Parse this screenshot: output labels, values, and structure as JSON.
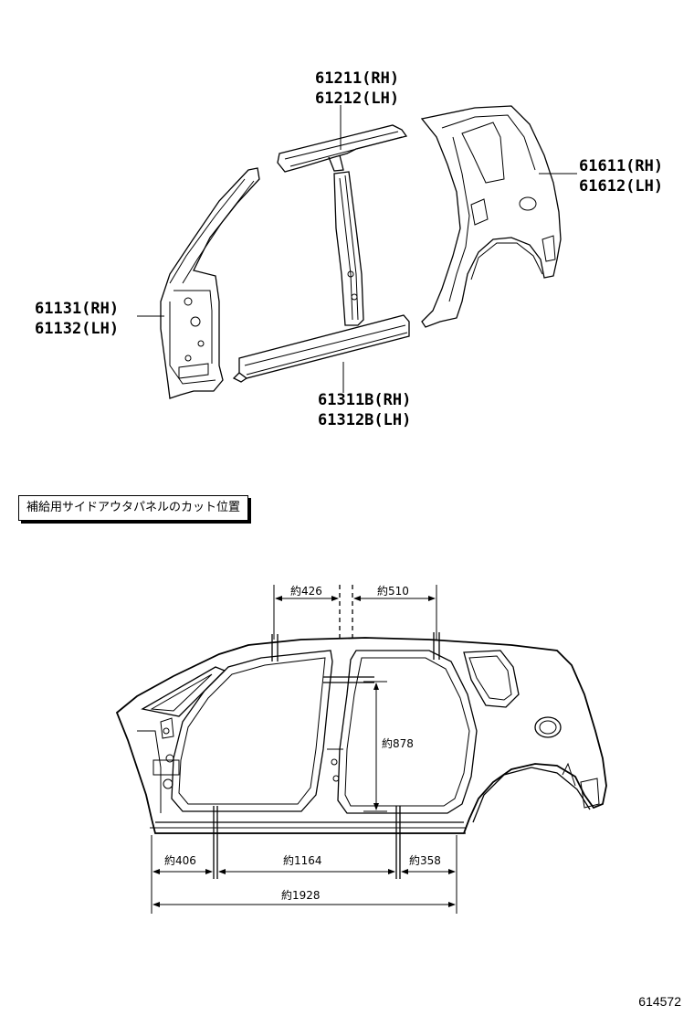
{
  "parts": {
    "roof_rail": {
      "rh": "61211(RH)",
      "lh": "61212(LH)"
    },
    "quarter_panel": {
      "rh": "61611(RH)",
      "lh": "61612(LH)"
    },
    "front_pillar": {
      "rh": "61131(RH)",
      "lh": "61132(LH)"
    },
    "rocker": {
      "rh": "61311B(RH)",
      "lh": "61312B(LH)"
    }
  },
  "note": "補給用サイドアウタパネルのカット位置",
  "dimensions": {
    "d426": "約426",
    "d510": "約510",
    "d878": "約878",
    "d406": "約406",
    "d1164": "約1164",
    "d358": "約358",
    "d1928": "約1928"
  },
  "diagram_id": "614572"
}
